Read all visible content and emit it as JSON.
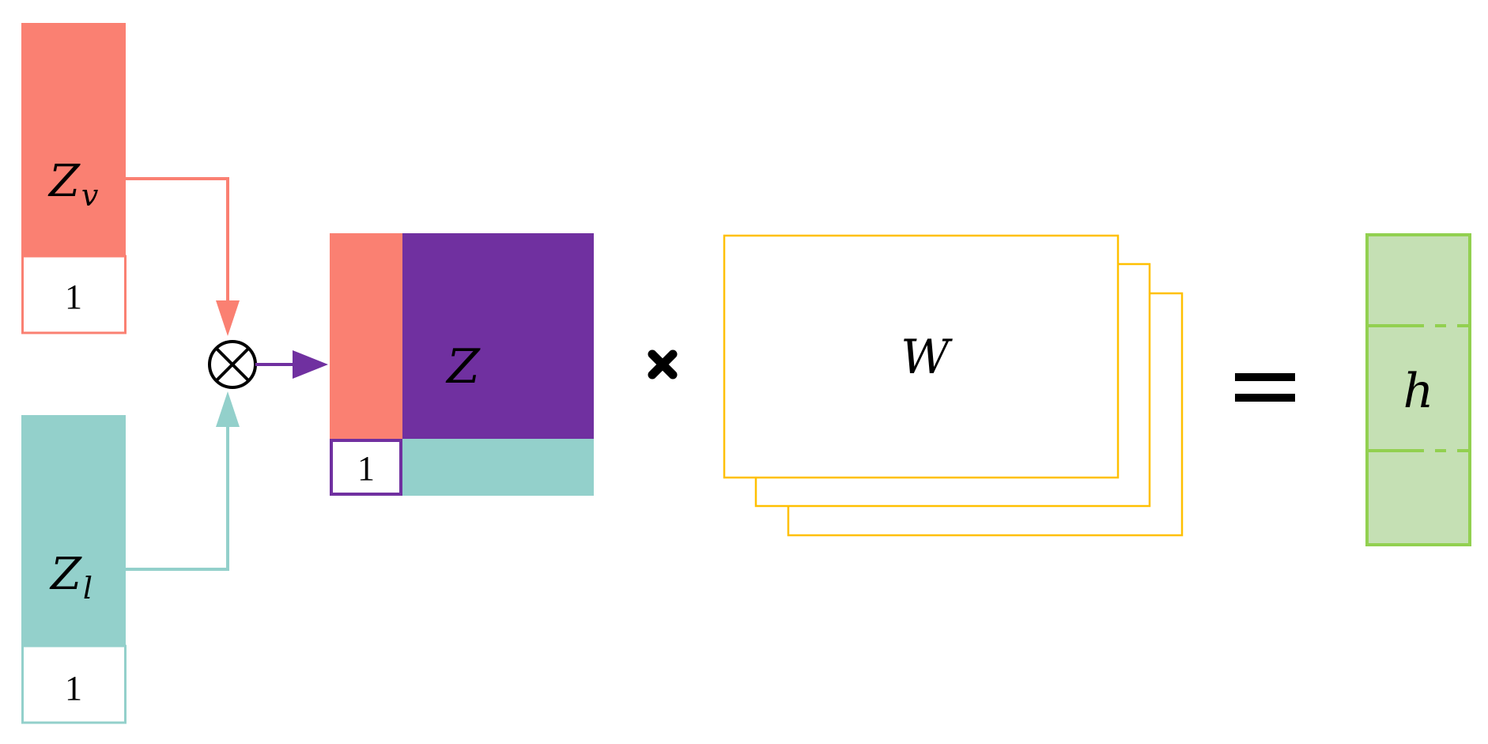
{
  "colors": {
    "salmon": "#FA8072",
    "teal": "#93D0CB",
    "purple": "#7030A0",
    "yellow": "#FFC000",
    "green_fill": "#C5E0B4",
    "green_stroke": "#92D050",
    "black": "#000000"
  },
  "zv_block": {
    "label": "Z",
    "subscript": "v",
    "one": "1"
  },
  "zl_block": {
    "label": "Z",
    "subscript": "l",
    "one": "1"
  },
  "operator_tensor": {
    "symbol": "⊗"
  },
  "z_matrix": {
    "label": "Z",
    "one": "1"
  },
  "operator_multiply": {
    "symbol": "✖"
  },
  "w_stack": {
    "label": "W"
  },
  "operator_equals": {
    "symbol": "="
  },
  "h_vector": {
    "label": "h"
  }
}
